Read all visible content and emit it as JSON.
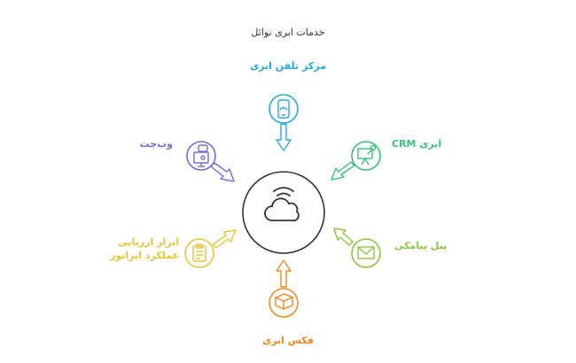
{
  "title": "خدمات ابری نوائل",
  "center": {
    "icon": "cloud-wifi-icon"
  },
  "nodes": [
    {
      "id": "cloud-call-center",
      "label": "مرکز تلفن ابری",
      "icon": "mobile-phone-icon",
      "color": "#29a9d9"
    },
    {
      "id": "cloud-crm",
      "label": "CRM ابری",
      "icon": "presentation-icon",
      "color": "#3cbf7a"
    },
    {
      "id": "sms-panel",
      "label": "پنل پیامکی",
      "icon": "envelope-icon",
      "color": "#8cc63f"
    },
    {
      "id": "cloud-fax",
      "label": "فکس ابری",
      "icon": "fax-machine-icon",
      "color": "#f08a24"
    },
    {
      "id": "operator-evaluation-tool",
      "label_line1": "ابزار ارزیابی",
      "label_line2": "عملکرد اپراتور",
      "icon": "clipboard-checklist-icon",
      "color": "#e8c53a"
    },
    {
      "id": "web-chat",
      "label": "وب‌چت",
      "icon": "chat-monitor-icon",
      "color": "#7b68d6"
    }
  ]
}
